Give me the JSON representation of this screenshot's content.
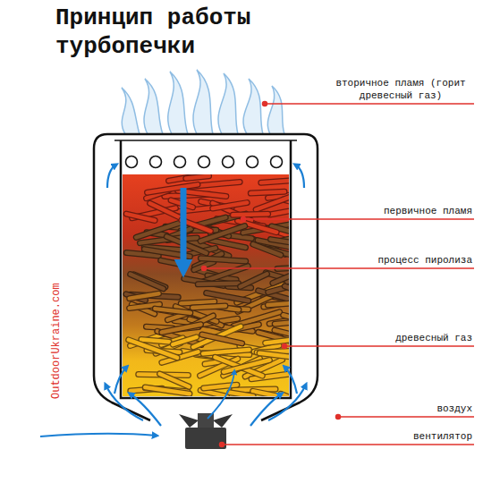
{
  "diagram": {
    "title": "Принцип работы турбопечки",
    "labels": [
      "вторичное пламя (горит древесный газ)",
      "первичное пламя",
      "процесс пиролиза",
      "древесный газ",
      "воздух",
      "вентилятор",
      "OutdoorUkraine.com"
    ]
  }
}
